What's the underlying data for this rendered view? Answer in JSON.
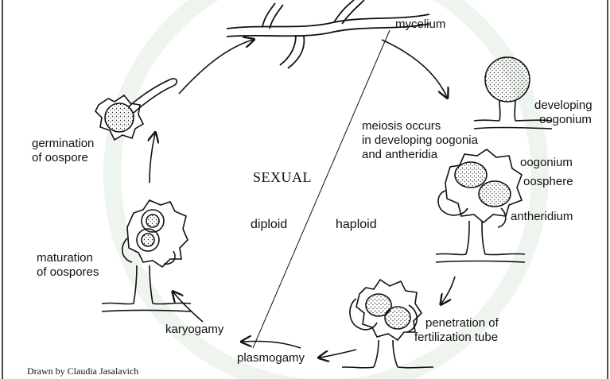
{
  "labels": {
    "mycelium": "mycelium",
    "developing_oogonium_1": "developing",
    "developing_oogonium_2": "oogonium",
    "meiosis_1": "meiosis occurs",
    "meiosis_2": "in developing oogonia",
    "meiosis_3": "and antheridia",
    "oogonium": "oogonium",
    "oosphere": "oosphere",
    "antheridium": "antheridium",
    "germination_1": "germination",
    "germination_2": "of oospore",
    "sexual": "SEXUAL",
    "diploid": "diploid",
    "haploid": "haploid",
    "maturation_1": "maturation",
    "maturation_2": "of oospores",
    "karyogamy": "karyogamy",
    "plasmogamy": "plasmogamy",
    "penetration_1": "penetration of",
    "penetration_2": "fertilization tube"
  },
  "credit": "Drawn by Claudia Jasalavich",
  "colors": {
    "ink": "#111111",
    "watermark": "#9fc49f"
  }
}
